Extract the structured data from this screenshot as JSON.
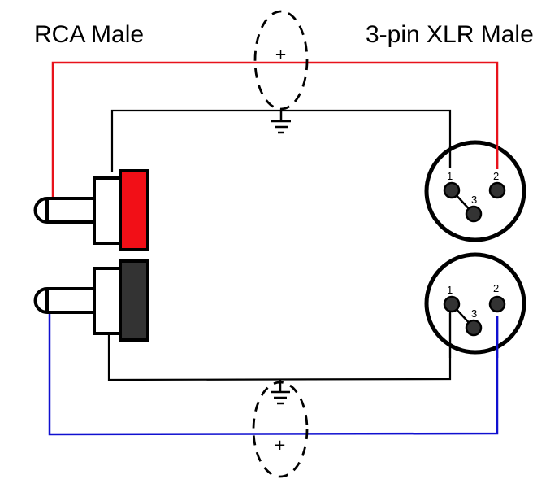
{
  "labels": {
    "left_connector": "RCA Male",
    "right_connector": "3-pin XLR Male"
  },
  "colors": {
    "positive_top": "#e8121b",
    "positive_bottom": "#1010d0",
    "ground": "#000000",
    "rca_top_collar": "#f20f17",
    "rca_bottom_collar": "#333333",
    "pin_fill": "#333333"
  },
  "xlr_top": {
    "pins": [
      "1",
      "2",
      "3"
    ]
  },
  "xlr_bottom": {
    "pins": [
      "1",
      "2",
      "3"
    ]
  },
  "signal_symbols": {
    "top_plus": "+",
    "bottom_plus": "+"
  }
}
